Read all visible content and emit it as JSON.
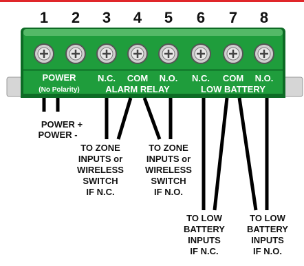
{
  "colors": {
    "red_line": "#e0262a",
    "board_green": "#1f9d3c",
    "board_dark": "#0d6b25",
    "board_light": "#7fd08a",
    "screw_fill": "#cfcfcf",
    "screw_stroke": "#555555",
    "wire": "#000000",
    "mount_gray": "#d6d6d6",
    "text_dark": "#111111",
    "text_white": "#ffffff"
  },
  "terminals": [
    "1",
    "2",
    "3",
    "4",
    "5",
    "6",
    "7",
    "8"
  ],
  "board_labels": {
    "power": "POWER",
    "no_polarity": "(No Polarity)",
    "nc_alarm": "N.C.",
    "com_alarm": "COM",
    "no_alarm": "N.O.",
    "alarm_relay": "ALARM RELAY",
    "nc_low": "N.C.",
    "com_low": "COM",
    "no_low": "N.O.",
    "low_battery": "LOW BATTERY"
  },
  "wire_labels": {
    "power_plus": "POWER +",
    "power_minus": "POWER -",
    "zone_nc": [
      "TO ZONE",
      "INPUTS or",
      "WIRELESS",
      "SWITCH",
      "IF N.C."
    ],
    "zone_no": [
      "TO ZONE",
      "INPUTS or",
      "WIRELESS",
      "SWITCH",
      "IF N.O."
    ],
    "low_nc": [
      "TO LOW",
      "BATTERY",
      "INPUTS",
      "IF N.C."
    ],
    "low_no": [
      "TO LOW",
      "BATTERY",
      "INPUTS",
      "IF N.O."
    ]
  }
}
